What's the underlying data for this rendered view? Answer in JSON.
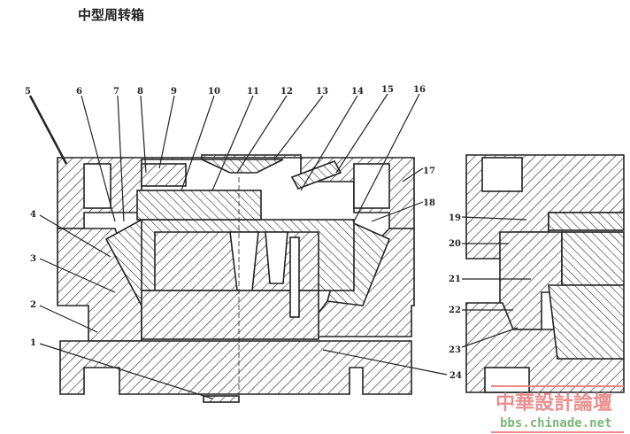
{
  "title": "中型周转箱",
  "callouts": [
    "5",
    "6",
    "7",
    "8",
    "9",
    "10",
    "11",
    "12",
    "13",
    "14",
    "15",
    "16",
    "17",
    "18",
    "4",
    "3",
    "2",
    "1",
    "19",
    "20",
    "21",
    "22",
    "23",
    "24"
  ],
  "watermark": {
    "cn": "中華設計論壇",
    "url": "bbs.chinade.net"
  }
}
